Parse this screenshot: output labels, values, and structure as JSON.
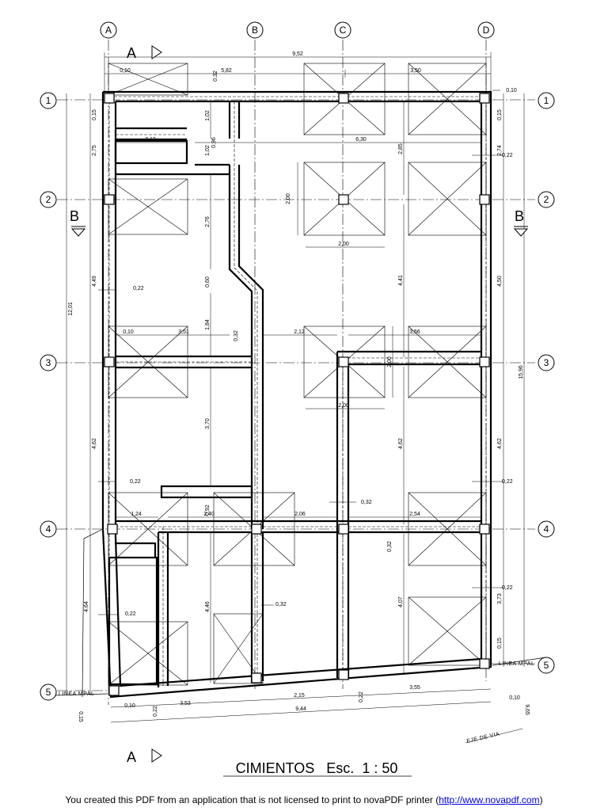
{
  "title": "CIMIENTOS   Esc.  1 : 50",
  "grid_columns": [
    "A",
    "B",
    "C",
    "D"
  ],
  "grid_rows": [
    "1",
    "2",
    "3",
    "4",
    "5"
  ],
  "section_marks": {
    "a": "A",
    "b": "B"
  },
  "labels": {
    "linea_mpal_right": "LINEA MPAL",
    "linea_mpal_left": "LINEA MPAL",
    "eje_de_via": "EJE DE VIA"
  },
  "dims": {
    "top_total": "9,52",
    "top_left": "5,82",
    "top_right": "3,50",
    "top_010": "0,10",
    "right_010_top": "0,10",
    "top_v032": "0,32",
    "d102a": "1,02",
    "d102b": "1,02",
    "d213": "2,13",
    "d096": "0,96",
    "d630": "6,30",
    "left_015": "0,15",
    "left_275": "2,75",
    "left_449": "4,49",
    "left_1201": "12,01",
    "left_462": "4,62",
    "left_464": "4,64",
    "d276": "2,76",
    "d060": "0,60",
    "d184": "1,84",
    "d370": "3,70",
    "d092": "0,92",
    "d446": "4,46",
    "d022_a": "0,22",
    "d010_row3": "0,10",
    "d351": "3,51",
    "d032_mid": "0,32",
    "d212": "2,12",
    "d022_b": "0,22",
    "d124": "1,24",
    "d240": "2,40",
    "d206": "2,06",
    "d032_c": "0,32",
    "d022_c": "0,22",
    "d032_d": "0,32",
    "center_200v": "2,00",
    "center_200h": "2,00",
    "center_285": "2,85",
    "center_441": "4,41",
    "d356": "3,56",
    "d200_row3v": "2,00",
    "d200_row3h": "2,00",
    "center_462": "4,62",
    "d254": "2,54",
    "d032_e": "0,32",
    "d407": "4,07",
    "right_015": "0,15",
    "right_022_a": "0,22",
    "right_274": "2,74",
    "right_450": "4,50",
    "right_1596": "15,96",
    "right_462": "4,62",
    "right_022_b": "0,22",
    "right_022_c": "0,22",
    "right_373": "3,73",
    "right_015b": "0,15",
    "bot_010": "0,10",
    "bot_353": "3,53",
    "bot_022": "0,22",
    "bot_215": "2,15",
    "bot_022b": "0,22",
    "bot_355": "3,55",
    "bot_010r": "0,10",
    "bot_944": "9,44",
    "bot_015": "0,15",
    "bot_965": "9,65"
  },
  "footer": {
    "text": "You created this PDF from an application that is not licensed to print to novaPDF printer (",
    "link": "http://www.novapdf.com",
    "end": ")"
  }
}
